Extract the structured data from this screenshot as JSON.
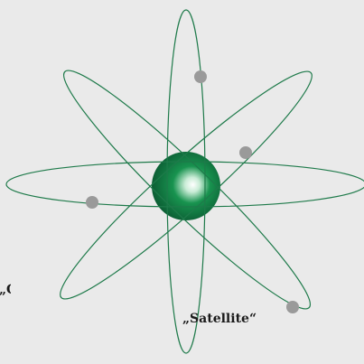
{
  "labels": {
    "core": "„Core“",
    "satellite": "„Satellite“"
  },
  "colors": {
    "background": "#eaeaea",
    "orbit_stroke": "#1e7a4a",
    "nucleus_dark": "#0c5a32",
    "nucleus_mid": "#15894b",
    "nucleus_highlight": "#ffffff",
    "electron": "#9a9a9a"
  },
  "orbit_count": 4,
  "electron_count": 4
}
